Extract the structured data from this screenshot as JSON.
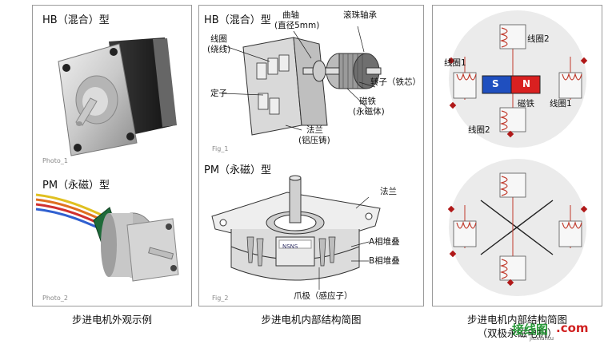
{
  "panel1": {
    "hb_title": "HB（混合）型",
    "pm_title": "PM（永磁）型",
    "photo1": "Photo_1",
    "photo2": "Photo_2",
    "caption": "步进电机外观示例"
  },
  "panel2": {
    "hb_title": "HB（混合）型",
    "pm_title": "PM（永磁）型",
    "fig1": "Fig_1",
    "fig2": "Fig_2",
    "hb_labels": {
      "shaft": "曲轴",
      "shaft_sub": "(直径5mm)",
      "bearing": "滚珠轴承",
      "coil": "线圈",
      "coil_sub": "(绕线)",
      "stator": "定子",
      "rotor": "转子（铁芯）",
      "magnet": "磁铁",
      "magnet_sub": "(永磁体)",
      "flange": "法兰",
      "flange_sub": "(铝压铸)"
    },
    "pm_labels": {
      "flange": "法兰",
      "stack_a": "A相堆叠",
      "stack_b": "B相堆叠",
      "claw": "爪极（感应子）",
      "ns": "NSNS"
    },
    "caption": "步进电机内部结构简图"
  },
  "panel3": {
    "labels": {
      "coil1_left": "线圈1",
      "coil2_top": "线圈2",
      "coil1_right": "线圈1",
      "coil2_bottom": "线圈2",
      "magnet": "磁铁",
      "s": "S",
      "n": "N"
    },
    "caption_line1": "步进电机内部结构简图",
    "caption_line2": "（双极永磁电机）"
  },
  "watermark": {
    "text_green": "接线图",
    "text_red": ".com",
    "sub": "jiexiantu"
  },
  "colors": {
    "coil": "#c0392b",
    "magnet_s": "#1f4fbf",
    "magnet_n": "#d92020",
    "circle_bg": "#ebebeb",
    "panel_border": "#9a9a9a"
  }
}
